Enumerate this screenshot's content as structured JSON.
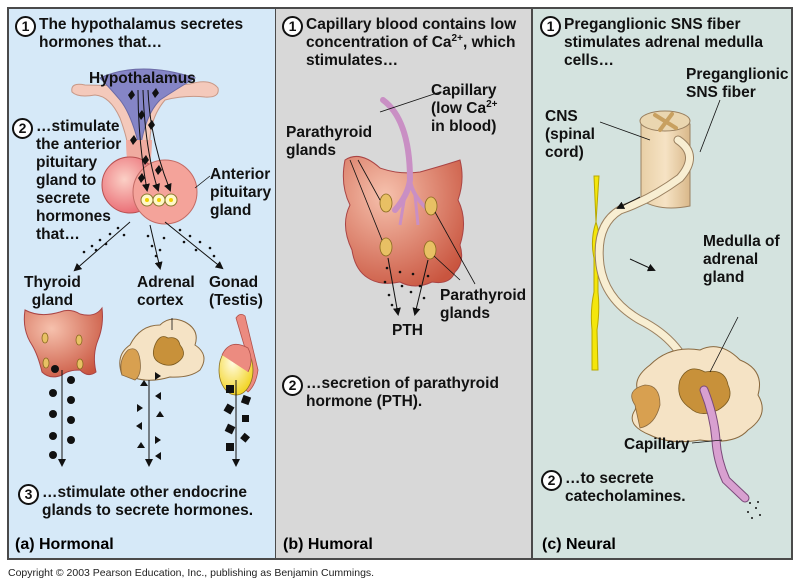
{
  "panels": {
    "a": {
      "caption": "(a)  Hormonal",
      "step1": {
        "num": "1",
        "line1": "The hypothalamus secretes",
        "line2": "hormones that…"
      },
      "step2": {
        "num": "2",
        "lines": [
          "…stimulate",
          "the anterior",
          "pituitary",
          "gland to",
          "secrete",
          "hormones",
          "that…"
        ]
      },
      "step3": {
        "num": "3",
        "line1": "…stimulate other endocrine",
        "line2": "glands to secrete hormones."
      },
      "labels": {
        "hypothalamus": "Hypothalamus",
        "anterior_pituitary": [
          "Anterior",
          "pituitary",
          "gland"
        ],
        "thyroid": [
          "Thyroid",
          "gland"
        ],
        "adrenal_cortex": [
          "Adrenal",
          "cortex"
        ],
        "gonad": [
          "Gonad",
          "(Testis)"
        ]
      }
    },
    "b": {
      "caption": "(b)  Humoral",
      "step1": {
        "num": "1",
        "line1": "Capillary blood contains low",
        "line2_pre": "concentration of Ca",
        "line2_sup": "2+",
        "line2_post": ", which",
        "line3": "stimulates…"
      },
      "step2": {
        "num": "2",
        "line1": "…secretion of parathyroid",
        "line2": "hormone (PTH)."
      },
      "labels": {
        "capillary": [
          "Capillary",
          "(low Ca",
          "2+",
          "in blood)"
        ],
        "parathyroid_left": [
          "Parathyroid",
          "glands"
        ],
        "parathyroid_right": [
          "Parathyroid",
          "glands"
        ],
        "pth": "PTH"
      }
    },
    "c": {
      "caption": "(c)  Neural",
      "step1": {
        "num": "1",
        "line1": "Preganglionic SNS fiber",
        "line2": "stimulates adrenal medulla",
        "line3": "cells…"
      },
      "step2": {
        "num": "2",
        "line1": "…to secrete",
        "line2": "catecholamines."
      },
      "labels": {
        "preganglionic": [
          "Preganglionic",
          "SNS fiber"
        ],
        "cns": [
          "CNS",
          "(spinal",
          "cord)"
        ],
        "medulla": [
          "Medulla of",
          "adrenal",
          "gland"
        ],
        "capillary": "Capillary"
      }
    }
  },
  "colors": {
    "hormonal_bg": "#d6e9f8",
    "humoral_bg": "#d8d8d8",
    "neural_bg": "#d4e3df",
    "gland_red": "#d9735e",
    "hypothalamus_blue": "#7f7fc0",
    "capillary_pink": "#c98fc4"
  },
  "copyright": "Copyright © 2003 Pearson Education, Inc., publishing as Benjamin Cummings."
}
